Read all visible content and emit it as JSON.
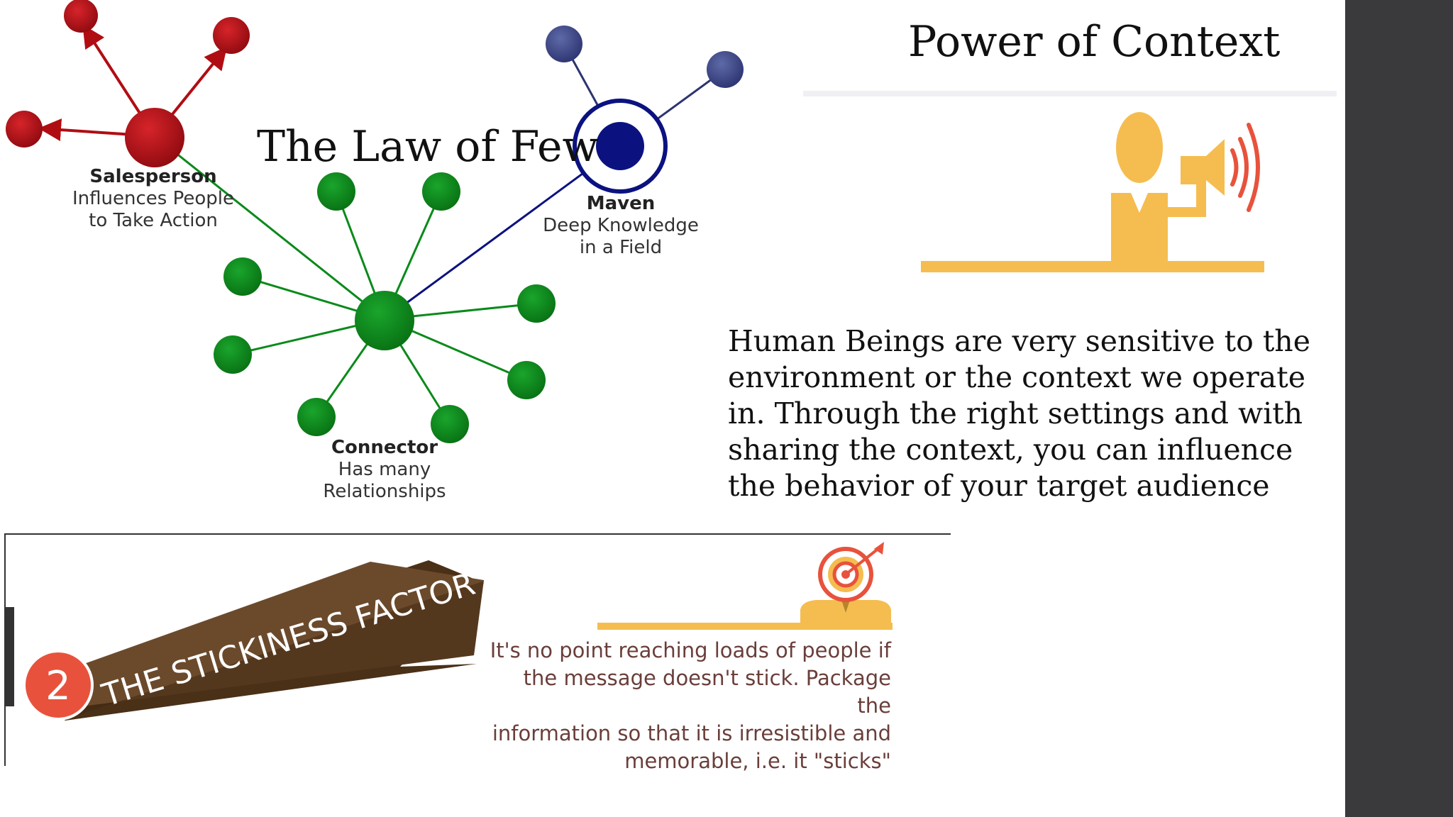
{
  "law_of_few": {
    "title": "The Law of Few",
    "salesperson": {
      "name": "Salesperson",
      "desc_line1": "Influences People",
      "desc_line2": "to Take Action"
    },
    "maven": {
      "name": "Maven",
      "desc_line1": "Deep Knowledge",
      "desc_line2": "in a Field"
    },
    "connector": {
      "name": "Connector",
      "desc_line1": "Has many",
      "desc_line2": "Relationships"
    }
  },
  "power_of_context": {
    "title": "Power of Context",
    "body": "Human Beings are very sensitive to the environment or the context we operate in. Through the right settings and with sharing the context, you can influence the behavior of your target audience"
  },
  "stickiness": {
    "number": "2",
    "banner": "THE STICKINESS FACTOR",
    "body_line1": "It's no point reaching loads of people if",
    "body_line2": "the message doesn't stick. Package the",
    "body_line3": "information so that it is irresistible and",
    "body_line4": "memorable, i.e. it \"sticks\""
  },
  "colors": {
    "salesperson_red": "#b00d12",
    "maven_navy": "#0b1280",
    "connector_green": "#0a8a1a",
    "illustration_yellow": "#f5bd4f",
    "sound_wave_red": "#e8523c",
    "banner_brown": "#6b4a2c",
    "badge_red": "#e8523c",
    "sticky_text": "#6a3e3a"
  }
}
